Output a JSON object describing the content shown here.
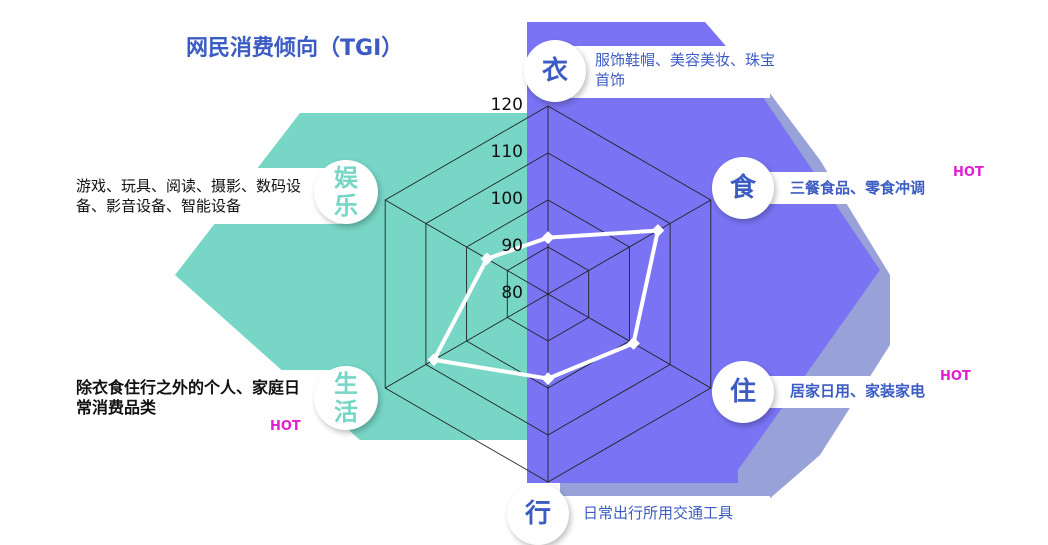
{
  "title": "网民消费倾向（TGI）",
  "colors": {
    "teal": "#77d6c6",
    "purple": "#7a74f5",
    "shadow": "#98a2d8",
    "title": "#3c5cc4",
    "hot": "#e020d0"
  },
  "categories": [
    {
      "name": "衣",
      "desc": "服饰鞋帽、美容美妆、珠宝首饰",
      "hot": ""
    },
    {
      "name": "食",
      "desc": "三餐食品、零食冲调",
      "hot": "HOT"
    },
    {
      "name": "住",
      "desc": "居家日用、家装家电",
      "hot": "HOT"
    },
    {
      "name": "行",
      "desc": "日常出行所用交通工具",
      "hot": ""
    },
    {
      "name": "生活",
      "desc": "除衣食住行之外的个人、家庭日常消费品类",
      "hot": "HOT"
    },
    {
      "name": "娱乐",
      "desc": "游戏、玩具、阅读、摄影、数码设备、影音设备、智能设备",
      "hot": ""
    }
  ],
  "chart_data": {
    "type": "radar",
    "title": "网民消费倾向（TGI）",
    "categories": [
      "衣",
      "食",
      "住",
      "行",
      "生活",
      "娱乐"
    ],
    "values": [
      92,
      107,
      101,
      98,
      108,
      95
    ],
    "rlim": [
      80,
      120
    ],
    "ticks": [
      "80",
      "90",
      "100",
      "110",
      "120"
    ],
    "grid": true
  }
}
